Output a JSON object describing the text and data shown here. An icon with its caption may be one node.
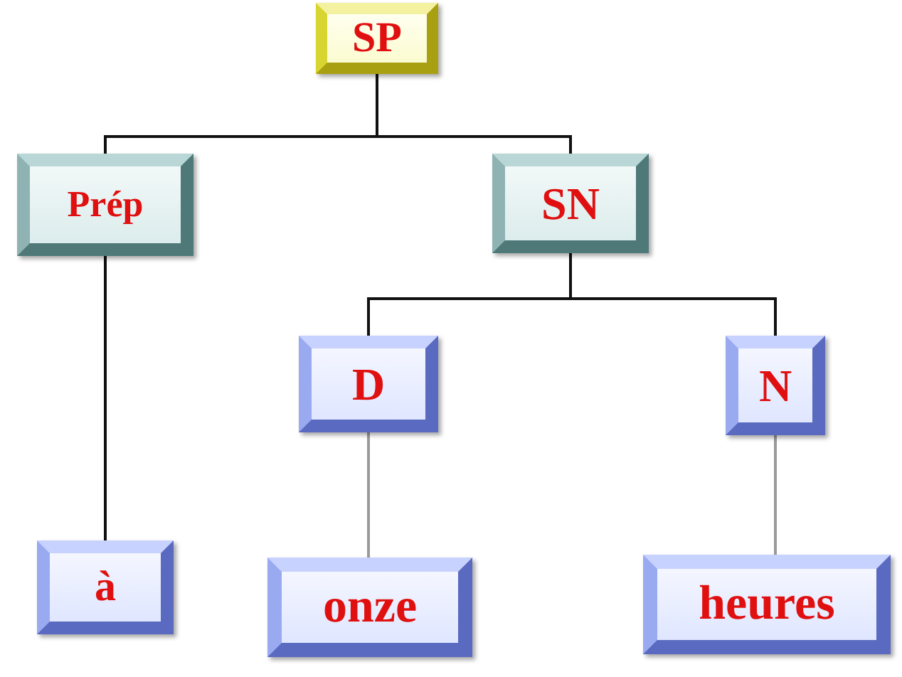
{
  "diagram": {
    "nodes": [
      {
        "text": [
          "SP"
        ]
      },
      {
        "text": [
          "Prép"
        ]
      },
      {
        "text": [
          "SN"
        ]
      },
      {
        "text": [
          "D"
        ]
      },
      {
        "text": [
          "N"
        ]
      },
      {
        "text": [
          "à"
        ]
      },
      {
        "text": [
          "onze"
        ]
      },
      {
        "text": [
          "heures"
        ]
      }
    ],
    "edges": [
      {
        "from": 0,
        "to": 1,
        "arrow": "none"
      },
      {
        "from": 0,
        "to": 2,
        "arrow": "none"
      },
      {
        "from": 2,
        "to": 3,
        "arrow": "none"
      },
      {
        "from": 2,
        "to": 4,
        "arrow": "none"
      },
      {
        "from": 1,
        "to": 5,
        "arrow": "none"
      },
      {
        "from": 3,
        "to": 6,
        "arrow": "none",
        "color": "#9a9a9a"
      },
      {
        "from": 4,
        "to": 7,
        "arrow": "none",
        "color": "#9a9a9a"
      }
    ]
  }
}
